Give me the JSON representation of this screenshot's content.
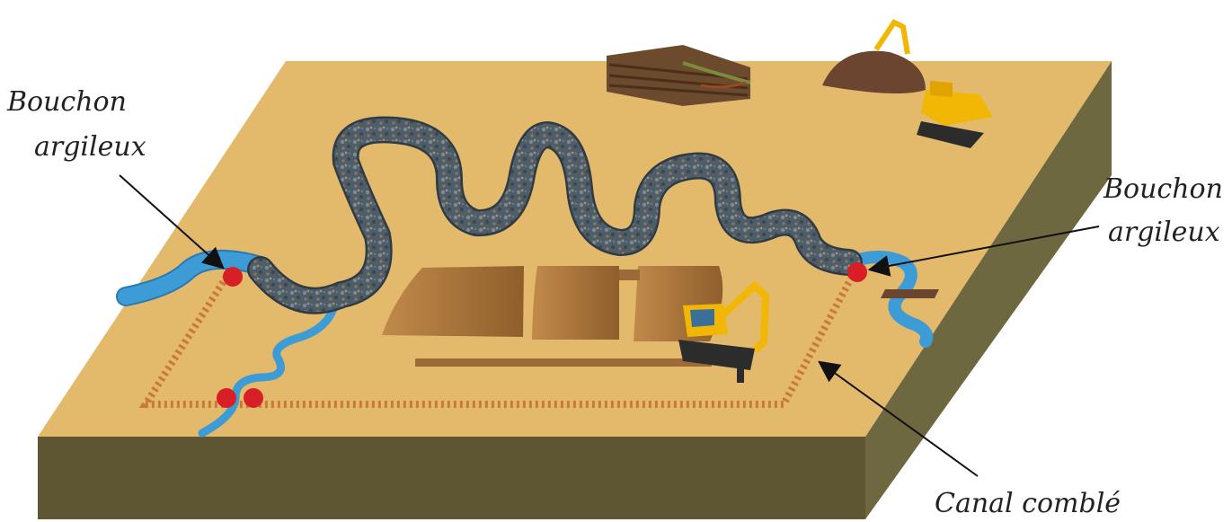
{
  "labels": {
    "plug_left_line1": "Bouchon",
    "plug_left_line2": "argileux",
    "plug_right_line1": "Bouchon",
    "plug_right_line2": "argileux",
    "filled_channel": "Canal comblé"
  },
  "colors": {
    "ground_top": "#e3b96c",
    "ground_front": "#5e5633",
    "ground_side": "#6e6840",
    "water": "#3d9bd6",
    "water_edge": "#2a78b4",
    "filled_channel": "#4f5f6b",
    "plug": "#d81f26",
    "dotted_path": "#c97a3b",
    "excavator": "#f2b705",
    "parcels": "#b07a3c"
  }
}
